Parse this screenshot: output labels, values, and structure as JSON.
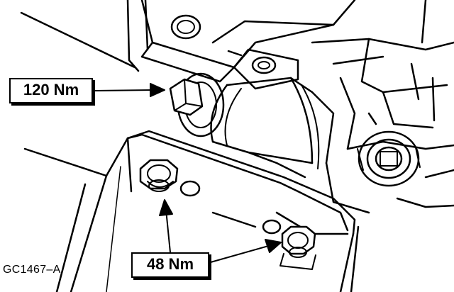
{
  "callouts": {
    "upper_torque": "120 Nm",
    "lower_torque": "48 Nm"
  },
  "figure": {
    "id": "GC1467–A"
  },
  "colors": {
    "ink": "#000000",
    "paper": "#ffffff"
  },
  "icons": {
    "upper_bolt": "hex-bolt-icon",
    "lower_bolts": "flange-bolt-icon",
    "arrows": "leader-arrow-icon"
  }
}
